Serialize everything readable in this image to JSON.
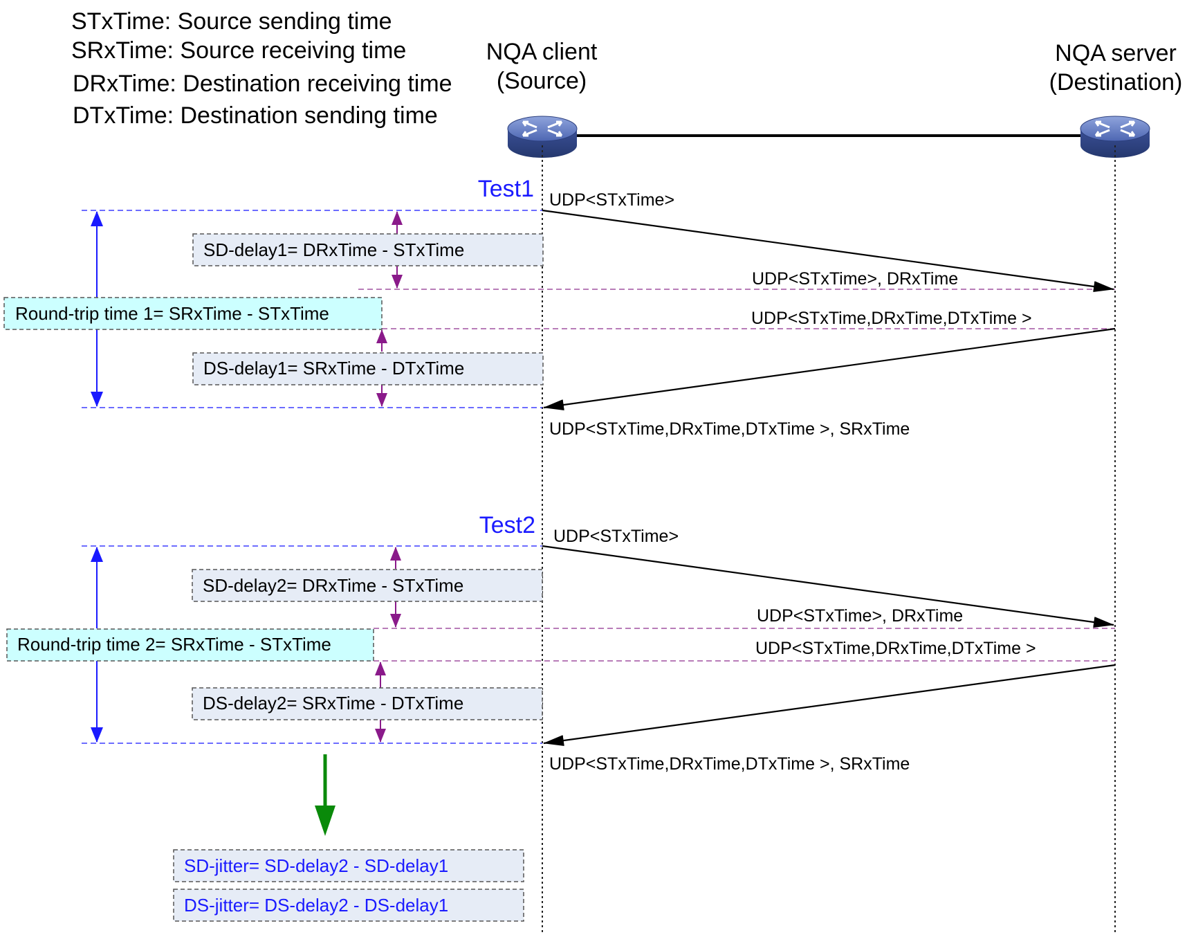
{
  "legend": [
    "STxTime: Source sending time",
    "SRxTime: Source receiving time",
    "DRxTime: Destination receiving time",
    "DTxTime: Destination sending time"
  ],
  "nodes": {
    "client": {
      "line1": "NQA client",
      "line2": "(Source)"
    },
    "server": {
      "line1": "NQA server",
      "line2": "(Destination)"
    }
  },
  "tests": [
    {
      "label": "Test1",
      "msg_send": "UDP<STxTime>",
      "msg_arrive": "UDP<STxTime>, DRxTime",
      "msg_reply": "UDP<STxTime,DRxTime,DTxTime >",
      "msg_return": "UDP<STxTime,DRxTime,DTxTime >, SRxTime",
      "sd_delay": "SD-delay1= DRxTime - STxTime",
      "rtt": "Round-trip time 1= SRxTime - STxTime",
      "ds_delay": "DS-delay1= SRxTime - DTxTime"
    },
    {
      "label": "Test2",
      "msg_send": "UDP<STxTime>",
      "msg_arrive": "UDP<STxTime>, DRxTime",
      "msg_reply": "UDP<STxTime,DRxTime,DTxTime >",
      "msg_return": "UDP<STxTime,DRxTime,DTxTime >, SRxTime",
      "sd_delay": "SD-delay2= DRxTime - STxTime",
      "rtt": "Round-trip time 2= SRxTime - STxTime",
      "ds_delay": "DS-delay2= SRxTime - DTxTime"
    }
  ],
  "jitter": {
    "sd": "SD-jitter= SD-delay2 - SD-delay1",
    "ds": "DS-jitter= DS-delay2 - DS-delay1"
  },
  "colors": {
    "router_body": "#3d55a0",
    "router_top": "#6f86c8",
    "test_label": "#1a1aff",
    "jitter_arrow": "#0a8a0a",
    "delay_box": "#e6ecf6",
    "rtt_box": "#ccffff"
  },
  "icons": [
    "router-icon",
    "router-icon"
  ]
}
